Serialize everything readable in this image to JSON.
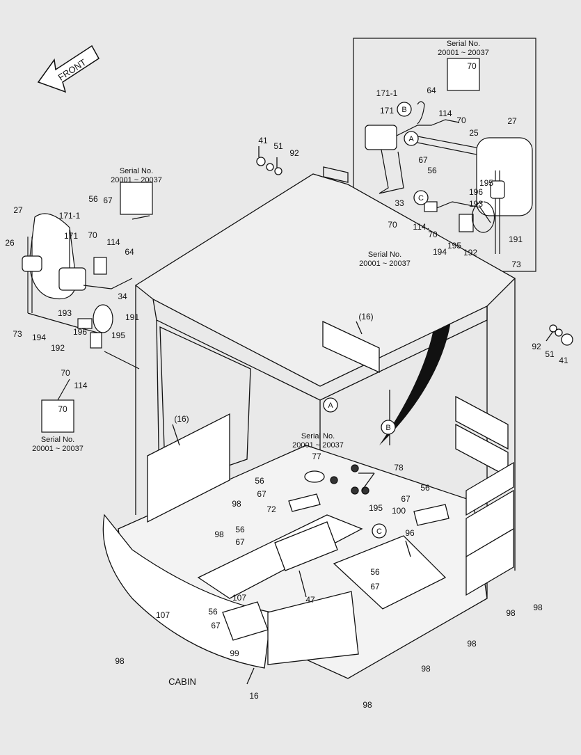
{
  "title": "CABIN",
  "front_label": "FRONT",
  "serial": {
    "heading": "Serial No.",
    "range": "20001 ~ 20037"
  },
  "callouts": [
    {
      "id": "A"
    },
    {
      "id": "B"
    },
    {
      "id": "C"
    }
  ],
  "part_labels": [
    "41",
    "51",
    "92",
    "(16)",
    "(16)",
    "27",
    "26",
    "171-1",
    "171",
    "56",
    "67",
    "70",
    "114",
    "64",
    "34",
    "191",
    "195",
    "193",
    "196",
    "192",
    "194",
    "73",
    "114",
    "70",
    "70",
    "77",
    "78",
    "56",
    "67",
    "72",
    "98",
    "56",
    "67",
    "98",
    "107",
    "107",
    "56",
    "67",
    "99",
    "47",
    "96",
    "100",
    "195",
    "56",
    "67",
    "98",
    "98",
    "98",
    "98",
    "16",
    "56",
    "67",
    "98",
    "92",
    "51",
    "41",
    "98",
    "70",
    "171-1",
    "171",
    "64",
    "114",
    "70",
    "25",
    "27",
    "67",
    "56",
    "33",
    "195",
    "196",
    "193",
    "114",
    "70",
    "195",
    "194",
    "192",
    "191",
    "73",
    "70"
  ]
}
